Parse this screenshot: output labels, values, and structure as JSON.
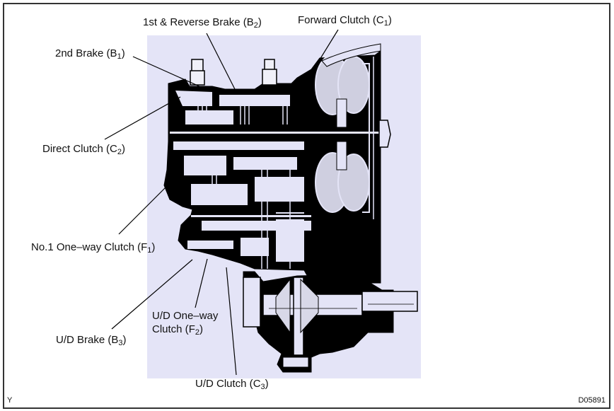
{
  "figure": {
    "title": "Automatic transaxle cross-section",
    "corner_left": "Y",
    "figure_id": "D05891",
    "colors": {
      "panel_background": "#e4e4f7",
      "ink": "#000000",
      "frame": "#333333"
    }
  },
  "labels": [
    {
      "id": "b2",
      "text": "1st & Reverse Brake (",
      "sym": "B",
      "sub": "2",
      "close": ")"
    },
    {
      "id": "c1",
      "text": "Forward Clutch (",
      "sym": "C",
      "sub": "1",
      "close": ")"
    },
    {
      "id": "b1",
      "text": "2nd Brake (",
      "sym": "B",
      "sub": "1",
      "close": ")"
    },
    {
      "id": "c2",
      "text": "Direct Clutch (",
      "sym": "C",
      "sub": "2",
      "close": ")"
    },
    {
      "id": "f1",
      "text": "No.1 One–way Clutch (",
      "sym": "F",
      "sub": "1",
      "close": ")"
    },
    {
      "id": "f2a",
      "text": "U/D One–way"
    },
    {
      "id": "f2",
      "text": "Clutch (",
      "sym": "F",
      "sub": "2",
      "close": ")"
    },
    {
      "id": "b3",
      "text": "U/D Brake (",
      "sym": "B",
      "sub": "3",
      "close": ")"
    },
    {
      "id": "c3",
      "text": "U/D Clutch (",
      "sym": "C",
      "sub": "3",
      "close": ")"
    }
  ]
}
